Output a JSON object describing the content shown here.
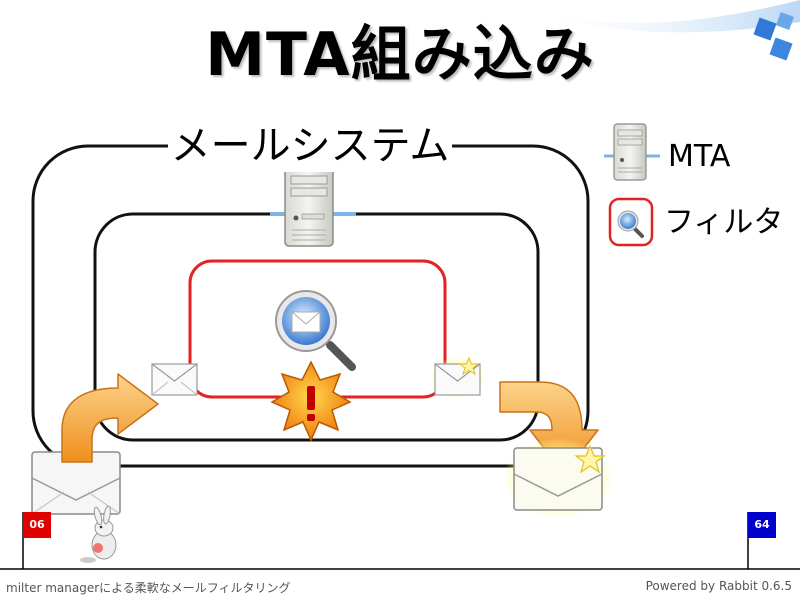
{
  "slide": {
    "title": "MTA組み込み",
    "system_label": "メールシステム",
    "legend": {
      "mta_label": "MTA",
      "filter_label": "フィルタ"
    }
  },
  "footer": {
    "left_text": "milter managerによる柔軟なメールフィルタリング",
    "right_text": "Powered by Rabbit 0.6.5",
    "start_flag": "06",
    "end_flag": "64"
  },
  "colors": {
    "filter_border": "#e32222",
    "box_border": "#111111",
    "arrow_fill": "#f5a93a",
    "start_flag": "#e00000",
    "end_flag": "#0000cc",
    "deco_blue": "#9ec7f0"
  },
  "icons": [
    "server-icon",
    "filter-magnifier-icon",
    "envelope-icon",
    "star-icon",
    "error-burst-icon",
    "curved-arrow-icon",
    "rabbit-icon",
    "flag-icon"
  ]
}
